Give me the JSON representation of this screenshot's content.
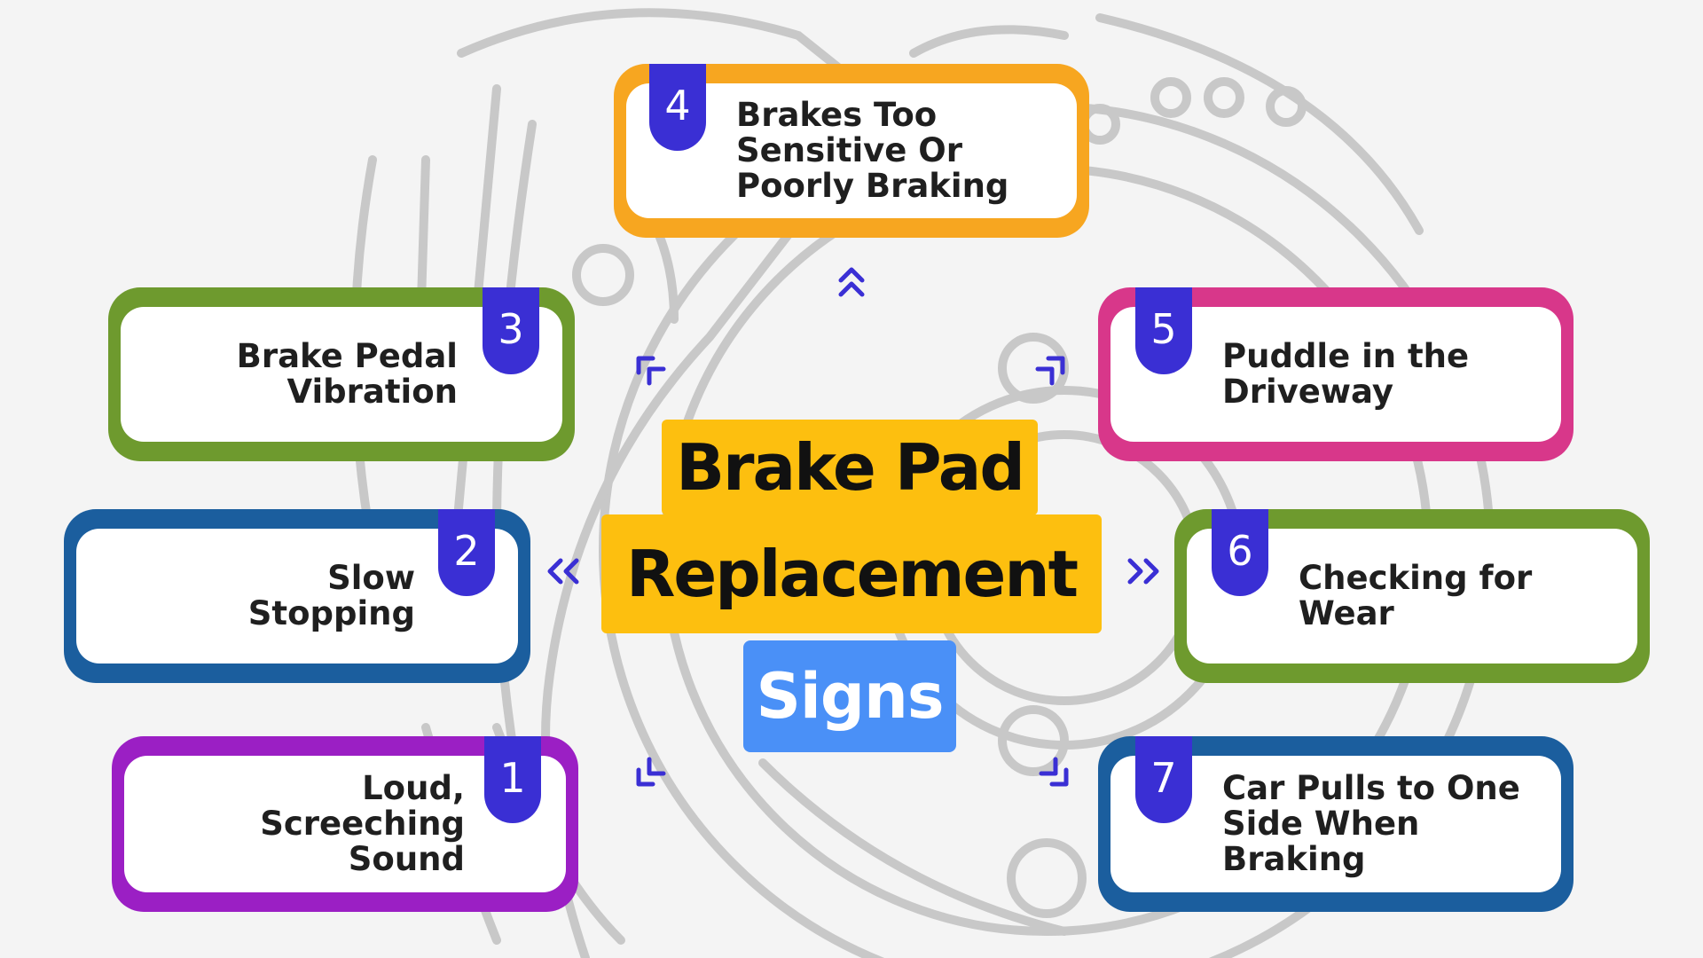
{
  "title": {
    "line1": "Brake Pad",
    "line2": "Replacement",
    "line3": "Signs"
  },
  "colors": {
    "background": "#f4f4f4",
    "badge": "#3a2fd4",
    "title_highlight": "#fdbf0f",
    "signs_highlight": "#4a90f7",
    "sketch": "#c8c8c8"
  },
  "signs": [
    {
      "number": "1",
      "text": "Loud,\nScreeching\nSound",
      "color": "#9b1fc4"
    },
    {
      "number": "2",
      "text": "Slow\nStopping",
      "color": "#1b5e9e"
    },
    {
      "number": "3",
      "text": "Brake Pedal\nVibration",
      "color": "#6e9a2e"
    },
    {
      "number": "4",
      "text": "Brakes Too\nSensitive Or\nPoorly Braking",
      "color": "#f7a620"
    },
    {
      "number": "5",
      "text": "Puddle in the\nDriveway",
      "color": "#d8378a"
    },
    {
      "number": "6",
      "text": "Checking for\nWear",
      "color": "#6e9a2e"
    },
    {
      "number": "7",
      "text": "Car Pulls to One\nSide When\nBraking",
      "color": "#1b5e9e"
    }
  ],
  "icons": {
    "connector": "double-chevron-arrow-icon",
    "background": "brake-disc-sketch-icon"
  }
}
